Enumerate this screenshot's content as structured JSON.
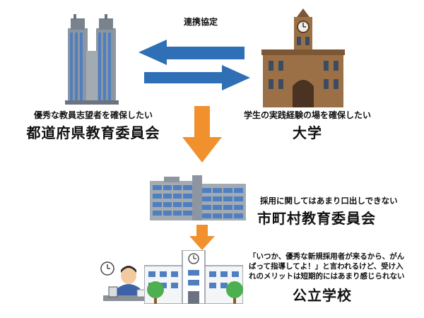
{
  "agreement_label": "連携協定",
  "prefecture": {
    "subtitle": "優秀な教員志望者を確保したい",
    "title": "都道府県教育委員会"
  },
  "university": {
    "subtitle": "学生の実践経験の場を確保したい",
    "title": "大学"
  },
  "municipal": {
    "subtitle": "採用に関してはあまり口出しできない",
    "title": "市町村教育委員会"
  },
  "school": {
    "note_lines": [
      "「いつか、優秀な新規採用者が来るから、がん",
      "ばって指導してよ！」と言われるけど、受け入",
      "れのメリットは短期的にはあまり感じられない"
    ],
    "title": "公立学校"
  },
  "colors": {
    "blue_arrow": "#2f6fb6",
    "orange_arrow": "#f0912e",
    "building_gray": "#8d96a0",
    "brick_brown": "#9c7046",
    "window_blue": "#4f7fc0"
  }
}
